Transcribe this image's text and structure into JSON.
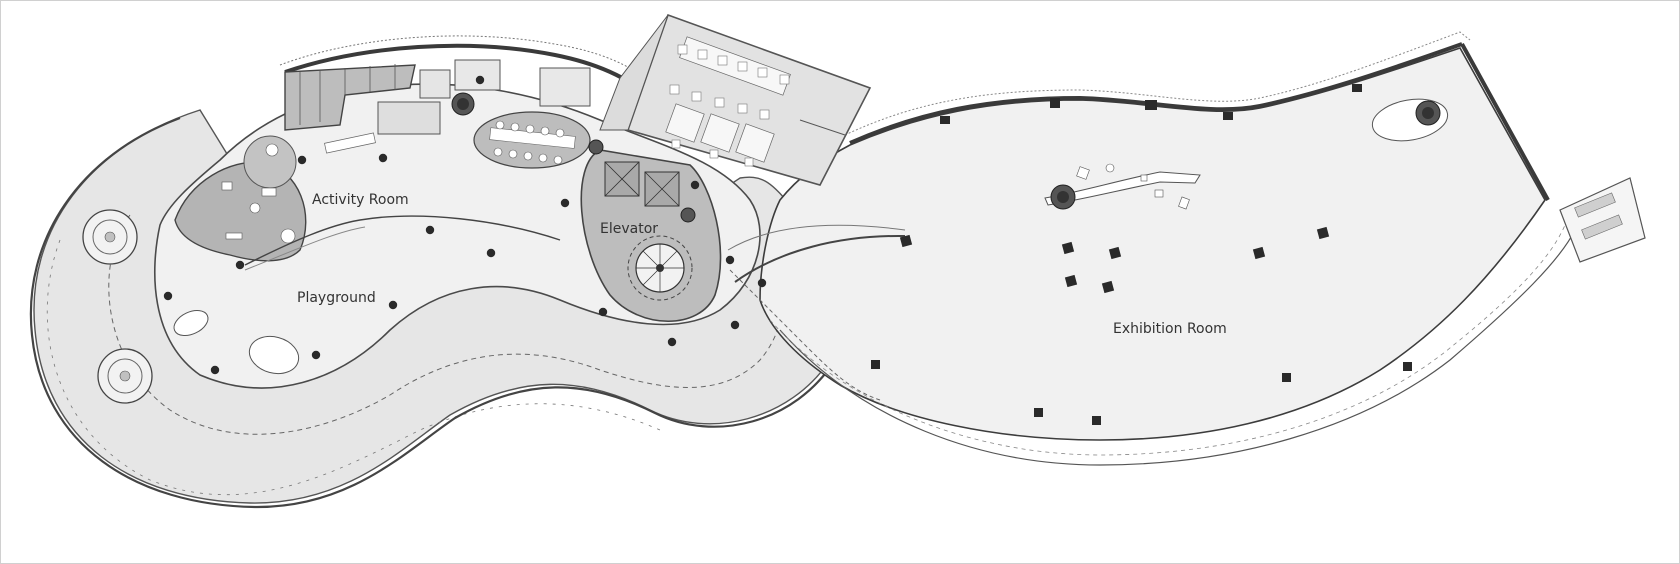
{
  "rooms": {
    "activity": "Activity Room",
    "playground": "Playground",
    "elevator": "Elevator",
    "exhibition": "Exhibition Room"
  },
  "colors": {
    "floor": "#efefef",
    "outer_ring": "#e6e6e6",
    "dark_zone": "#b4b4b4",
    "wall": "#3c3c3c",
    "column": "#2a2a2a"
  },
  "icons": [
    "tree-icon",
    "column-marker-icon",
    "spiral-stair-icon",
    "elevator-shaft-icon",
    "furniture-icon"
  ]
}
